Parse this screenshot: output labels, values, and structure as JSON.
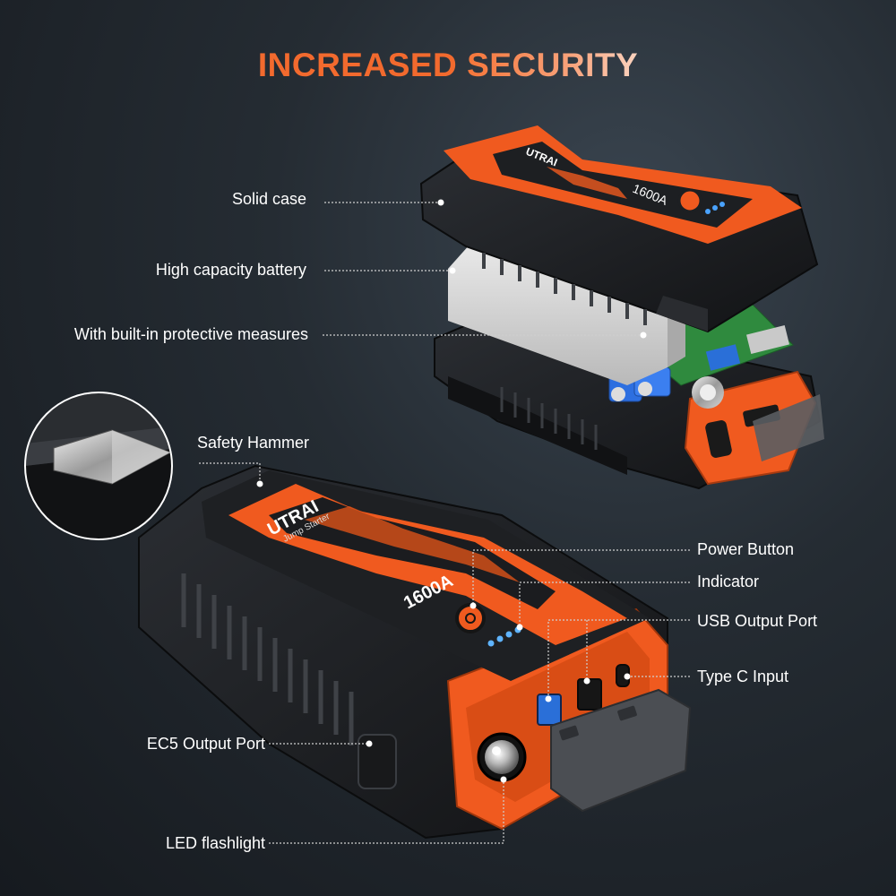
{
  "title": {
    "word1": "INCREASED",
    "word2": "SECURITY"
  },
  "exploded_labels": {
    "solid_case": "Solid case",
    "battery": "High capacity battery",
    "protection": "With built-in protective measures"
  },
  "device_labels": {
    "safety_hammer": "Safety Hammer",
    "power_button": "Power Button",
    "indicator": "Indicator",
    "usb_output": "USB Output Port",
    "type_c_input": "Type C Input",
    "ec5_output": "EC5 Output Port",
    "led_flashlight": "LED flashlight"
  },
  "product": {
    "brand": "UTRAI",
    "subtitle": "Jump Starter",
    "rating": "1600A"
  },
  "colors": {
    "accent_orange": "#f26a2e",
    "case_black": "#1c1e21",
    "background": "#1d2329"
  }
}
